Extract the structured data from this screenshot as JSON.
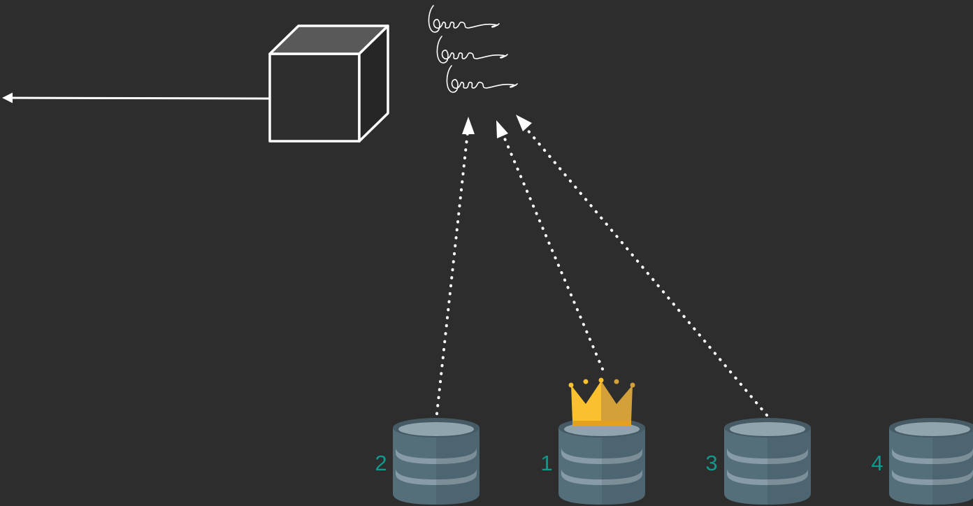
{
  "colors": {
    "background": "#2d2d2d",
    "stroke": "#ffffff",
    "label": "#11998e",
    "db_body": "#546e7a",
    "db_top": "#90a4ae",
    "crown_left": "#fbc02d",
    "crown_right": "#d4a03a",
    "crown_band": "#e6a020"
  },
  "diagram": {
    "nodes": [
      {
        "id": "client-cube",
        "kind": "cube-icon"
      },
      {
        "id": "signatures",
        "kind": "handwritten-signature-icon",
        "count": 3
      },
      {
        "id": "db-2",
        "kind": "database-icon",
        "label": "2",
        "leader": false
      },
      {
        "id": "db-1",
        "kind": "database-icon",
        "label": "1",
        "leader": true
      },
      {
        "id": "db-3",
        "kind": "database-icon",
        "label": "3",
        "leader": false
      },
      {
        "id": "db-4",
        "kind": "database-icon",
        "label": "4",
        "leader": false
      }
    ],
    "edges": [
      {
        "from": "client-cube",
        "to": "offscreen-left",
        "style": "solid"
      },
      {
        "from": "db-2",
        "to": "signatures",
        "style": "dotted"
      },
      {
        "from": "db-1",
        "to": "signatures",
        "style": "dotted"
      },
      {
        "from": "db-3",
        "to": "signatures",
        "style": "dotted"
      }
    ]
  }
}
